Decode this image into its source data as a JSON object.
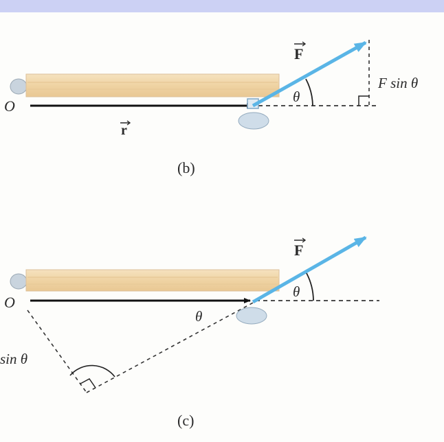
{
  "colors": {
    "header_band": "#ccd1f4",
    "board": "#f1d7ab",
    "board_edge": "#dcc09a",
    "force_arrow": "#5ab5e6",
    "position_arrow": "#111111",
    "dashed": "#333333",
    "pivot": "#c9d9e6"
  },
  "panel_b": {
    "caption": "(b)",
    "origin_label": "O",
    "position_label": "r",
    "force_label": "F",
    "angle_label": "θ",
    "component_label": "F sin θ"
  },
  "panel_c": {
    "caption": "(c)",
    "origin_label": "O",
    "force_label": "F",
    "angle_label_force": "θ",
    "angle_label_r": "θ",
    "lever_label": "sin θ"
  }
}
